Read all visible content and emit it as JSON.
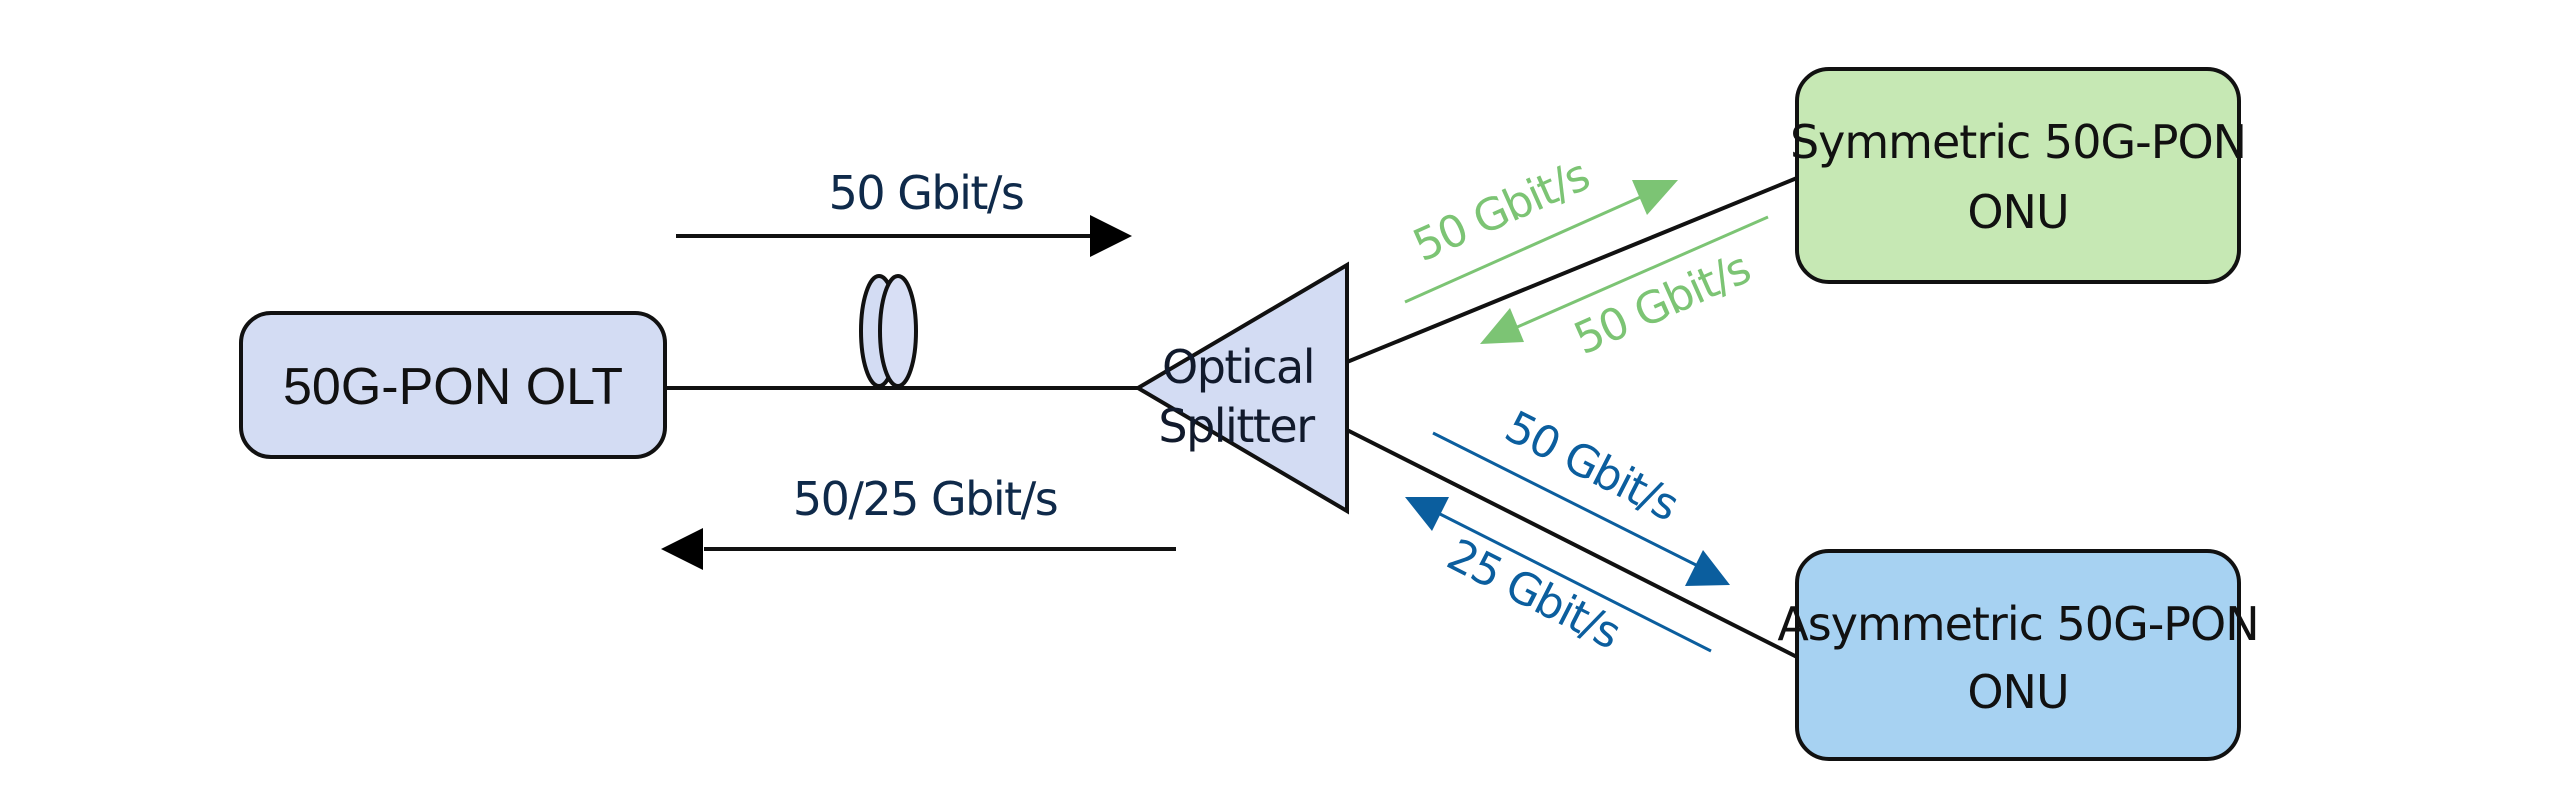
{
  "diagram": {
    "title": "50G-PON network topology",
    "nodes": {
      "olt": {
        "label": "50G-PON OLT",
        "fill": "#d3dcf3"
      },
      "splitter": {
        "label_line1": "Optical",
        "label_line2": "Splitter",
        "fill": "#d3dcf3"
      },
      "symmetric_onu": {
        "label_line1": "Symmetric 50G-PON",
        "label_line2": "ONU",
        "fill": "#c6e8b4"
      },
      "asymmetric_onu": {
        "label_line1": "Asymmetric 50G-PON",
        "label_line2": "ONU",
        "fill": "#a7d2f2"
      }
    },
    "links": {
      "downstream_trunk": {
        "label": "50 Gbit/s",
        "direction": "olt-to-splitter",
        "color": "#000000"
      },
      "upstream_trunk": {
        "label": "50/25 Gbit/s",
        "direction": "splitter-to-olt",
        "color": "#000000"
      },
      "symmetric_down": {
        "label": "50 Gbit/s",
        "direction": "splitter-to-onu",
        "color": "#7cc474"
      },
      "symmetric_up": {
        "label": "50 Gbit/s",
        "direction": "onu-to-splitter",
        "color": "#7cc474"
      },
      "asymmetric_down": {
        "label": "50 Gbit/s",
        "direction": "splitter-to-onu",
        "color": "#0b5e9e"
      },
      "asymmetric_up": {
        "label": "25 Gbit/s",
        "direction": "onu-to-splitter",
        "color": "#0b5e9e"
      }
    },
    "icons": {
      "fiber_spool": "fiber-spool-icon"
    }
  }
}
